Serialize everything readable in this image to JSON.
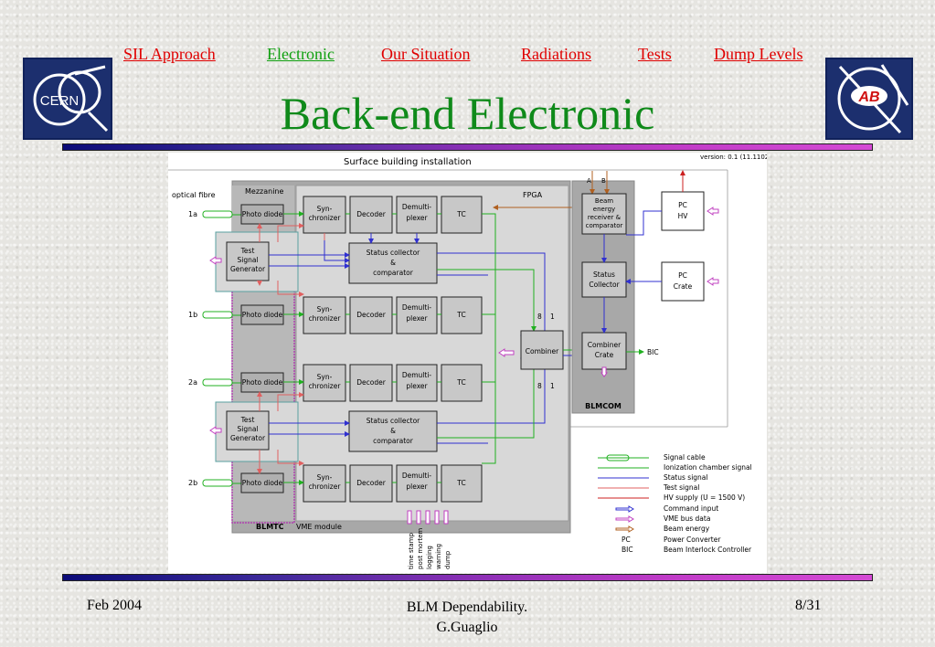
{
  "nav": {
    "items": [
      {
        "label": "SIL Approach",
        "color": "#e00000"
      },
      {
        "label": "Electronic",
        "color": "#10a010"
      },
      {
        "label": "Our Situation",
        "color": "#e00000"
      },
      {
        "label": "Radiations",
        "color": "#e00000"
      },
      {
        "label": "Tests",
        "color": "#e00000"
      },
      {
        "label": "Dump Levels",
        "color": "#e00000"
      }
    ]
  },
  "logos": {
    "left": "CERN",
    "right": "AB"
  },
  "title": "Back-end Electronic",
  "diagram": {
    "heading": "Surface building installation",
    "version": "version: 0.1 (11.1102)",
    "optical_fibre": "optical fibre",
    "channels": [
      "1a",
      "1b",
      "2a",
      "2b"
    ],
    "mezzanine": "Mezzanine",
    "fpga": "FPGA",
    "photo_diode": "Photo diode",
    "synchronizer": [
      "Syn-",
      "chronizer"
    ],
    "decoder": "Decoder",
    "demultiplexer": [
      "Demulti-",
      "plexer"
    ],
    "tc": "TC",
    "test_signal_generator": [
      "Test",
      "Signal",
      "Generator"
    ],
    "status_collector_comparator": [
      "Status  collector",
      "&",
      "comparator"
    ],
    "combiner": "Combiner",
    "combiner_numbers": [
      "8",
      "1"
    ],
    "blmtc": "BLMTC",
    "vme_module": "VME module",
    "beam_energy": [
      "Beam",
      "energy",
      "receiver &",
      "comparator"
    ],
    "ab_labels": [
      "A",
      "B"
    ],
    "status_collector": [
      "Status",
      "Collector"
    ],
    "combiner_crate": [
      "Combiner",
      "Crate"
    ],
    "blmcom": "BLMCOM",
    "pc_hv": [
      "PC",
      "HV"
    ],
    "pc_crate": [
      "PC",
      "Crate"
    ],
    "bic": "BIC",
    "bottom_labels": [
      "time stamp",
      "post mortem",
      "logging",
      "warning",
      "dump"
    ],
    "legend": [
      {
        "text": "Signal cable",
        "color": "#20b020",
        "style": "cable"
      },
      {
        "text": "Ionization chamber signal",
        "color": "#20b020",
        "style": "line"
      },
      {
        "text": "Status signal",
        "color": "#3030d0",
        "style": "line"
      },
      {
        "text": "Test signal",
        "color": "#e06060",
        "style": "line"
      },
      {
        "text": "HV supply (U = 1500 V)",
        "color": "#cc2020",
        "style": "line"
      },
      {
        "text": "Command input",
        "color": "#3030d0",
        "style": "arrow"
      },
      {
        "text": "VME bus data",
        "color": "#c040c0",
        "style": "arrow"
      },
      {
        "text": "Beam energy",
        "color": "#b06020",
        "style": "arrow"
      },
      {
        "text": "Power Converter",
        "abbr": "PC",
        "style": "abbr"
      },
      {
        "text": "Beam Interlock Controller",
        "abbr": "BIC",
        "style": "abbr"
      }
    ]
  },
  "footer": {
    "date": "Feb 2004",
    "center_line1": "BLM Dependability.",
    "center_line2": "G.Guaglio",
    "page": "8/31"
  }
}
